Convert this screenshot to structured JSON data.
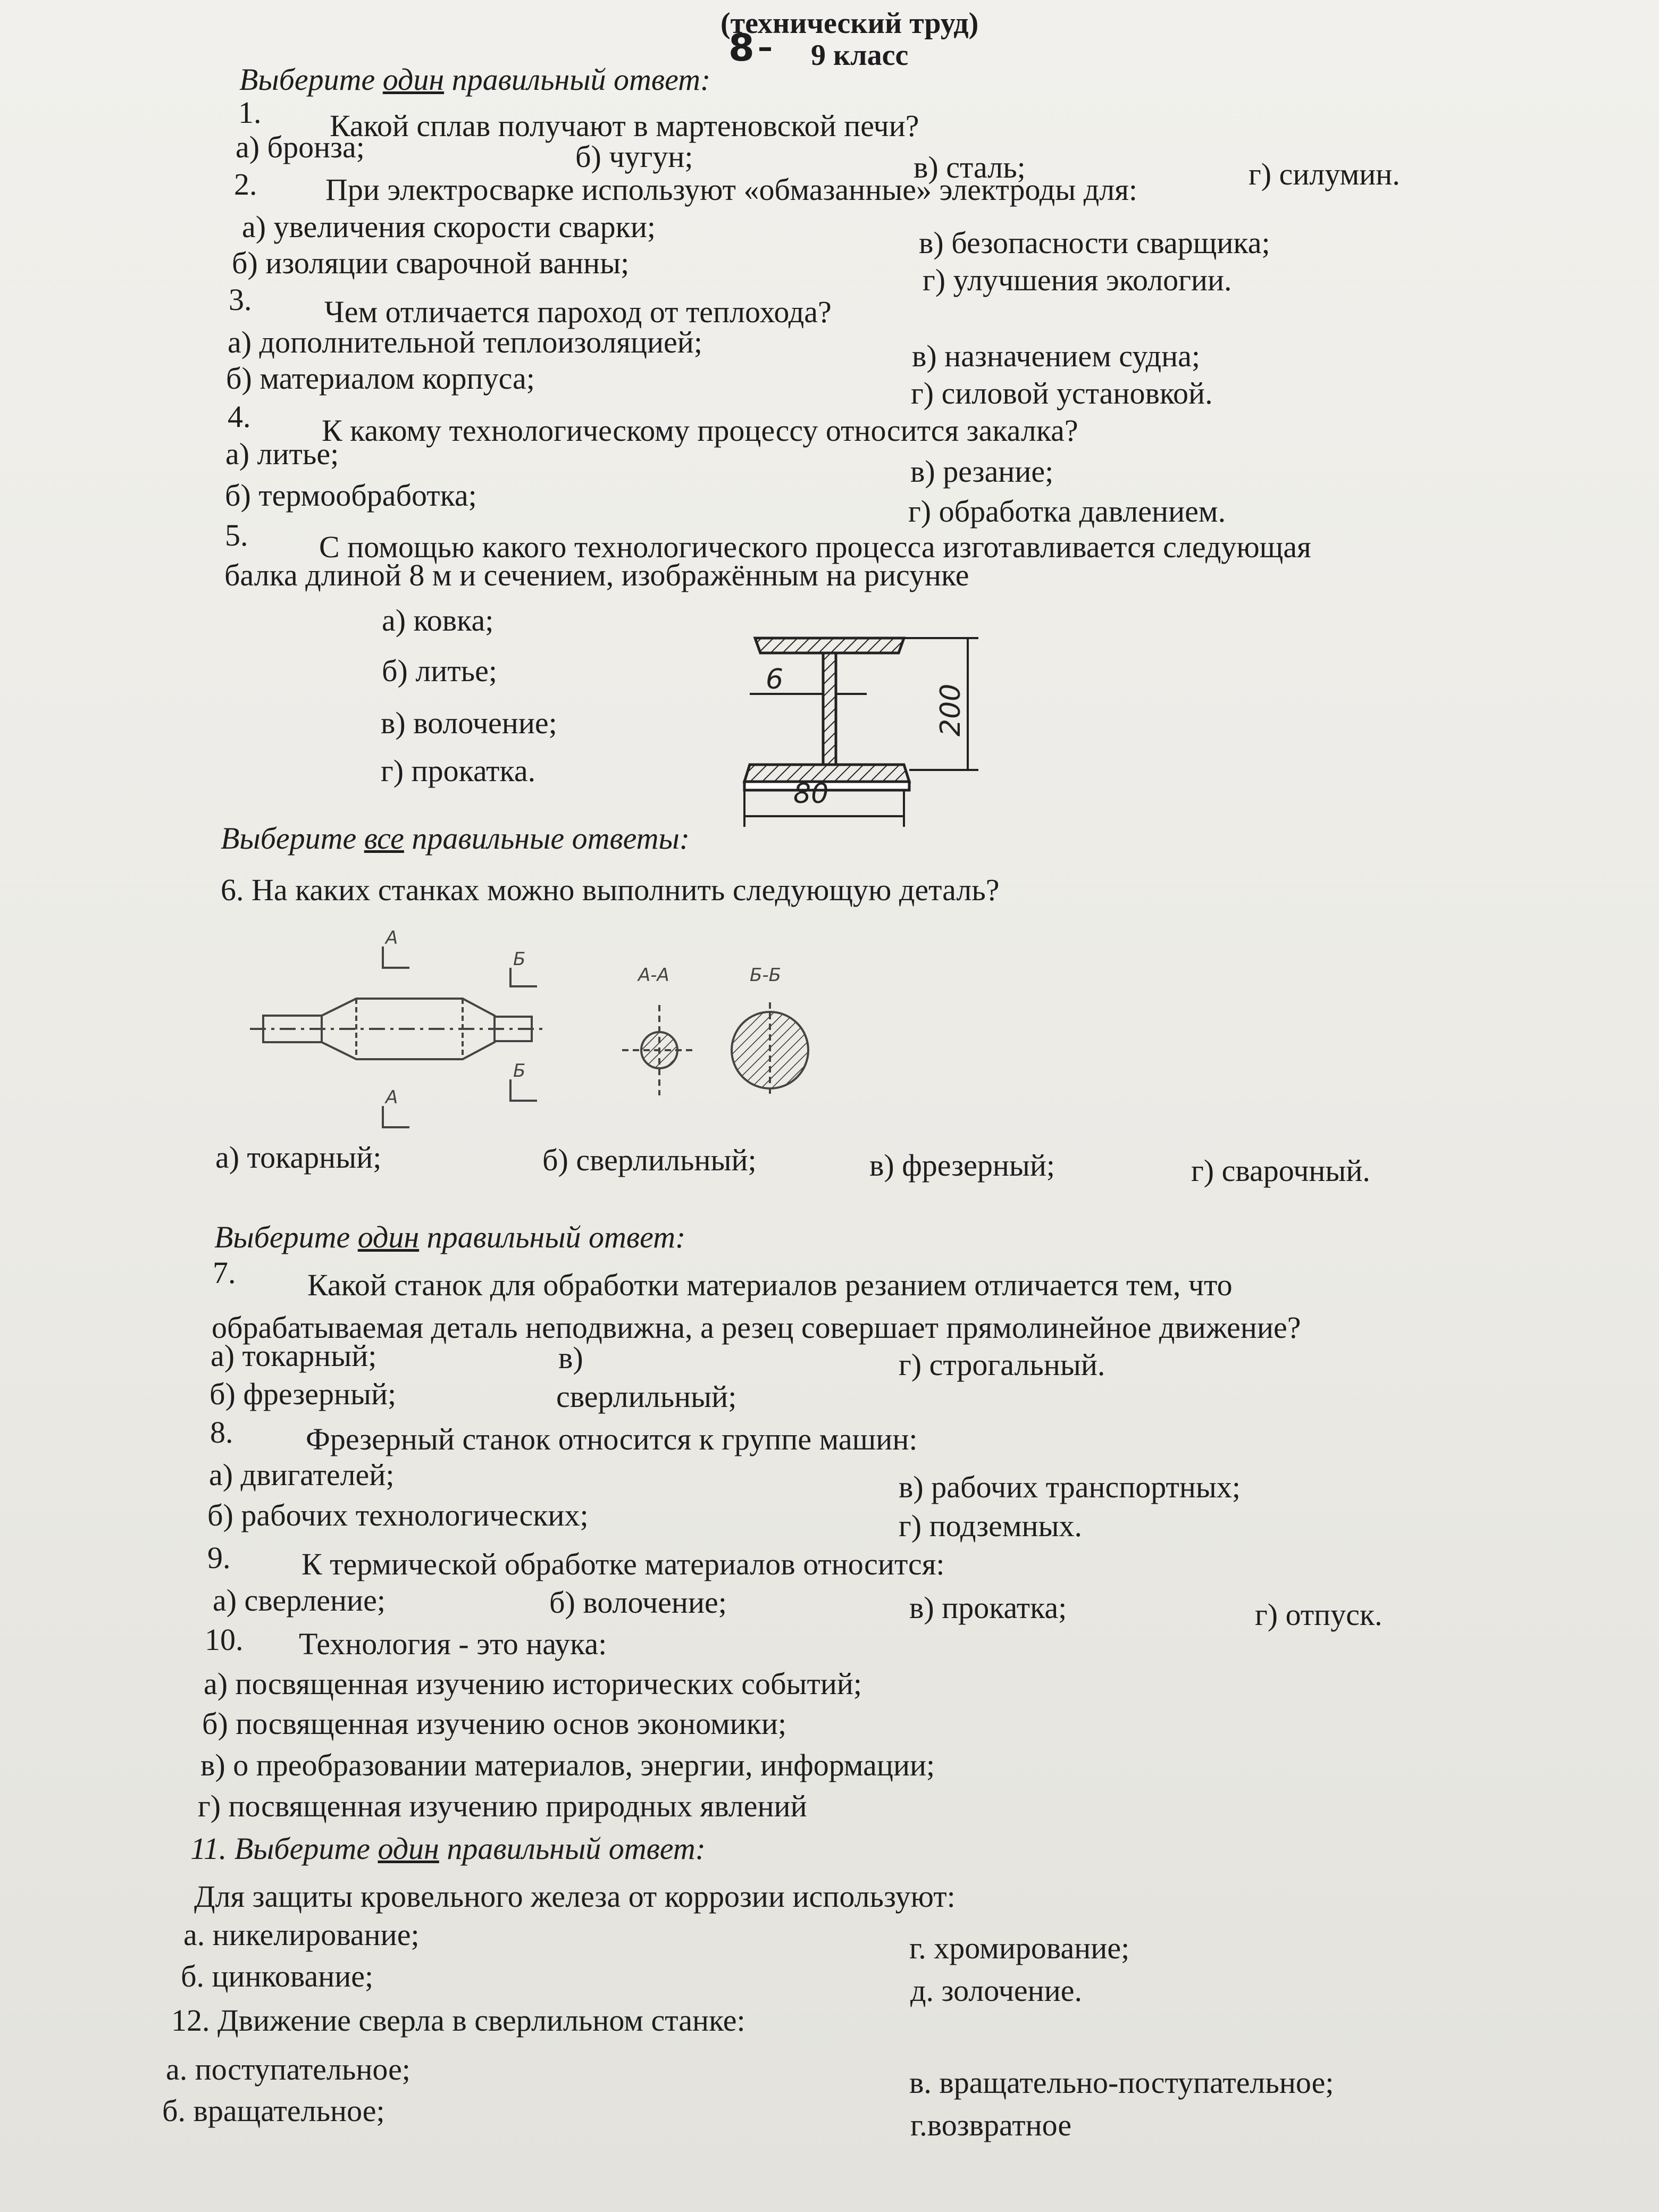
{
  "header": {
    "subject": "(технический труд)",
    "grade_handwritten": "8",
    "grade_dash": "–",
    "grade_printed": "9 класс"
  },
  "instructions": {
    "one": {
      "pre": "Выберите ",
      "u": "один",
      "post": " правильный ответ:"
    },
    "all": {
      "pre": "Выберите ",
      "u": "все",
      "post": " правильные ответы:"
    },
    "q11": {
      "pre": "11. Выберите ",
      "u": "один",
      "post": " правильный ответ:"
    }
  },
  "questions": {
    "q1": {
      "num": "1.",
      "text": "Какой сплав получают в мартеновской печи?",
      "a": "а) бронза;",
      "b": "б) чугун;",
      "c": "в) сталь;",
      "d": "г) силумин."
    },
    "q2": {
      "num": "2.",
      "text": "При электросварке используют «обмазанные» электроды для:",
      "a": "а) увеличения скорости сварки;",
      "b": "б) изоляции сварочной ванны;",
      "c": "в) безопасности сварщика;",
      "d": "г) улучшения экологии."
    },
    "q3": {
      "num": "3.",
      "text": "Чем отличается пароход от теплохода?",
      "a": "а) дополнительной теплоизоляцией;",
      "b": "б) материалом корпуса;",
      "c": "в) назначением судна;",
      "d": "г) силовой установкой."
    },
    "q4": {
      "num": "4.",
      "text": "К какому технологическому процессу относится закалка?",
      "a": "а) литье;",
      "b": "б) термообработка;",
      "c": "в) резание;",
      "d": "г) обработка давлением."
    },
    "q5": {
      "num": "5.",
      "text": "С помощью какого технологического процесса изготавливается следующая",
      "text2": "балка длиной 8 м и сечением, изображённым на рисунке",
      "a": "а) ковка;",
      "b": "б) литье;",
      "c": "в) волочение;",
      "d": "г) прокатка."
    },
    "q6": {
      "text": "6. На каких станках можно выполнить следующую деталь?",
      "a": "а) токарный;",
      "b": "б) сверлильный;",
      "c": "в) фрезерный;",
      "d": "г) сварочный."
    },
    "q7": {
      "num": "7.",
      "text": "Какой станок для обработки материалов резанием отличается тем, что",
      "text2": "обрабатываемая деталь неподвижна, а резец совершает прямолинейное движение?",
      "a": "а) токарный;",
      "b": "б) фрезерный;",
      "c1": "в)",
      "c2": "сверлильный;",
      "d": "г) строгальный."
    },
    "q8": {
      "num": "8.",
      "text": "Фрезерный станок относится к группе машин:",
      "a": "а) двигателей;",
      "b": "б) рабочих технологических;",
      "c": "в) рабочих транспортных;",
      "d": "г) подземных."
    },
    "q9": {
      "num": "9.",
      "text": "К термической обработке материалов относится:",
      "a": "а) сверление;",
      "b": "б) волочение;",
      "c": "в) прокатка;",
      "d": "г) отпуск."
    },
    "q10": {
      "num": "10.",
      "text": "Технология - это наука:",
      "a": "а) посвященная изучению исторических событий;",
      "b": "б) посвященная изучению основ экономики;",
      "c": "в) о преобразовании материалов, энергии, информации;",
      "d": "г) посвященная изучению природных  явлений"
    },
    "q11": {
      "text": "Для защиты кровельного железа от коррозии используют:",
      "a": "а. никелирование;",
      "b": "б. цинкование;",
      "c": "г. хромирование;",
      "d": "д. золочение."
    },
    "q12": {
      "text": "12. Движение сверла в сверлильном станке:",
      "a": "а. поступательное;",
      "b": "б. вращательное;",
      "c": "в. вращательно-поступательное;",
      "d": "г.возвратное"
    }
  },
  "figures": {
    "beam": {
      "dim_web": "6",
      "dim_height": "200",
      "dim_width": "80"
    },
    "part": {
      "section_label_1": "А-А",
      "section_label_2": "Б-Б",
      "cut_a": "А",
      "cut_b": "Б"
    }
  }
}
